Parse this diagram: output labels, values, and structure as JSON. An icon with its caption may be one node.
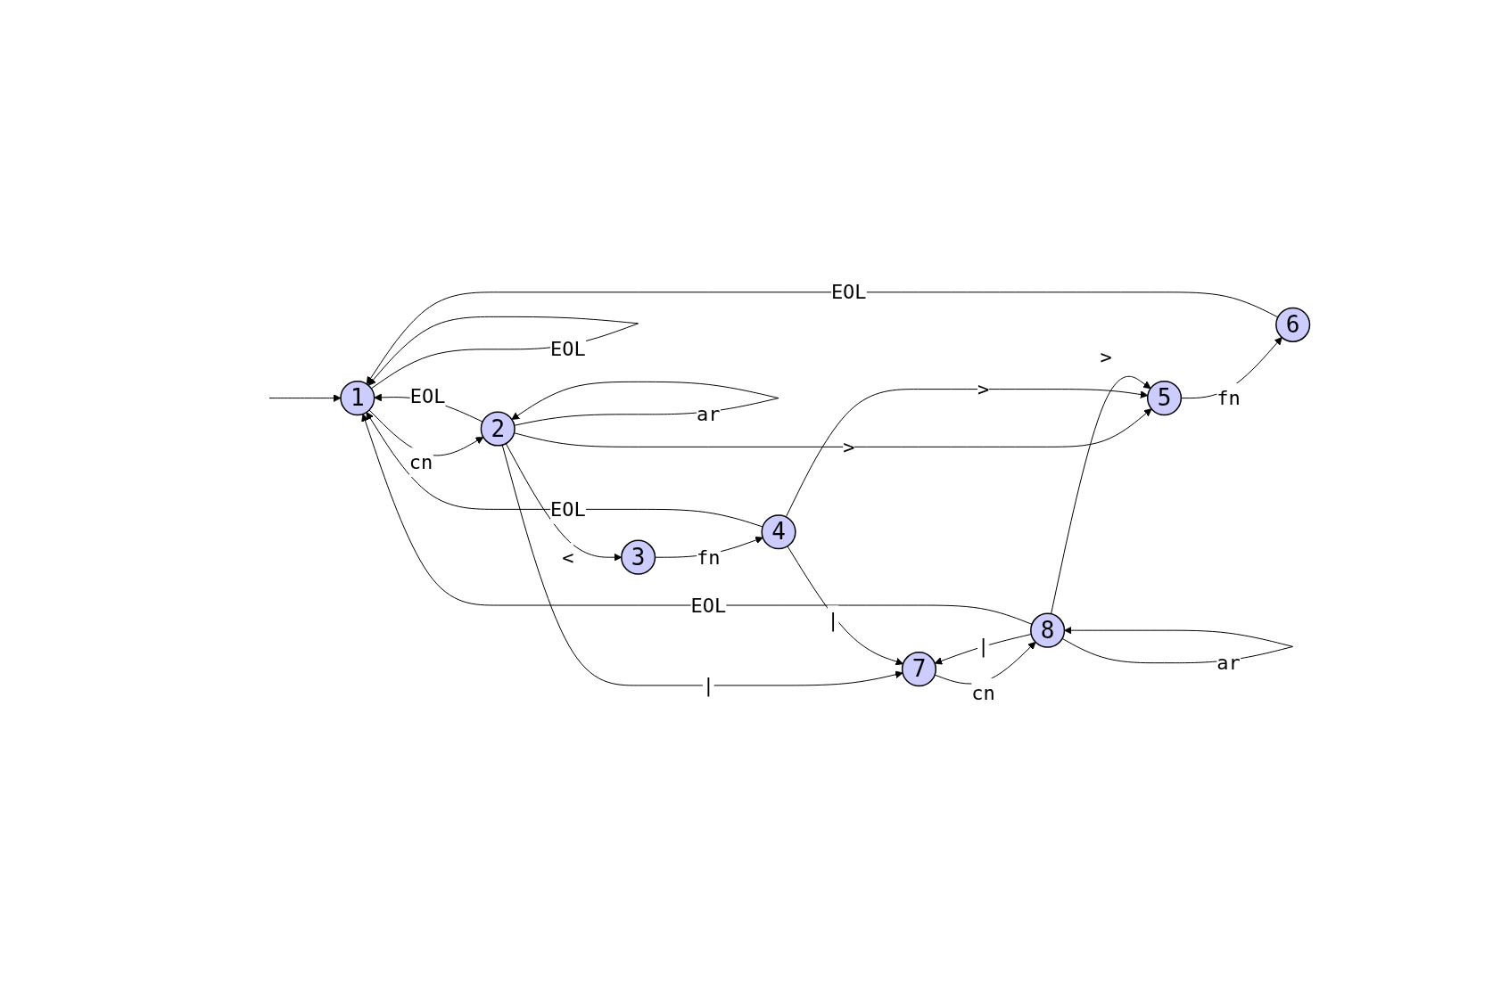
{
  "diagram": {
    "nodes": [
      {
        "text": [
          "1"
        ]
      },
      {
        "text": [
          "2"
        ]
      },
      {
        "text": [
          "3"
        ]
      },
      {
        "text": [
          "4"
        ]
      },
      {
        "text": [
          "5"
        ]
      },
      {
        "text": [
          "6"
        ]
      },
      {
        "text": [
          "7"
        ]
      },
      {
        "text": [
          "8"
        ]
      }
    ],
    "edges": [
      {
        "from": null,
        "to": 0,
        "arrow": "to"
      },
      {
        "from": 0,
        "to": 1,
        "label": "cn",
        "arrow": "to"
      },
      {
        "from": 1,
        "to": 0,
        "label": "EOL",
        "arrow": "to"
      },
      {
        "from": 1,
        "to": 2,
        "label": "<",
        "arrow": "to"
      },
      {
        "from": 1,
        "to": 4,
        "label": ">",
        "arrow": "to"
      },
      {
        "from": 1,
        "to": 6,
        "label": "|",
        "arrow": "to"
      },
      {
        "from": 2,
        "to": 3,
        "label": "fn",
        "arrow": "to"
      },
      {
        "from": 3,
        "to": 0,
        "label": "EOL",
        "arrow": "to"
      },
      {
        "from": 3,
        "to": 4,
        "label": ">",
        "arrow": "to"
      },
      {
        "from": 3,
        "to": 6,
        "label": "|",
        "arrow": "to"
      },
      {
        "from": 4,
        "to": 5,
        "label": "fn",
        "arrow": "to"
      },
      {
        "from": 5,
        "to": 0,
        "label": "EOL",
        "arrow": "to"
      },
      {
        "from": 6,
        "to": 7,
        "label": "cn",
        "arrow": "to"
      },
      {
        "from": 7,
        "to": 6,
        "label": "|",
        "arrow": "to"
      },
      {
        "from": 7,
        "to": 4,
        "label": ">",
        "arrow": "to"
      },
      {
        "from": 7,
        "to": 0,
        "label": "EOL",
        "arrow": "to"
      },
      {
        "from": 0,
        "to": 0,
        "label": "EOL",
        "arrow": "to"
      },
      {
        "from": 1,
        "to": 1,
        "label": "ar",
        "arrow": "to"
      },
      {
        "from": 7,
        "to": 7,
        "label": "ar",
        "arrow": "to"
      }
    ]
  }
}
